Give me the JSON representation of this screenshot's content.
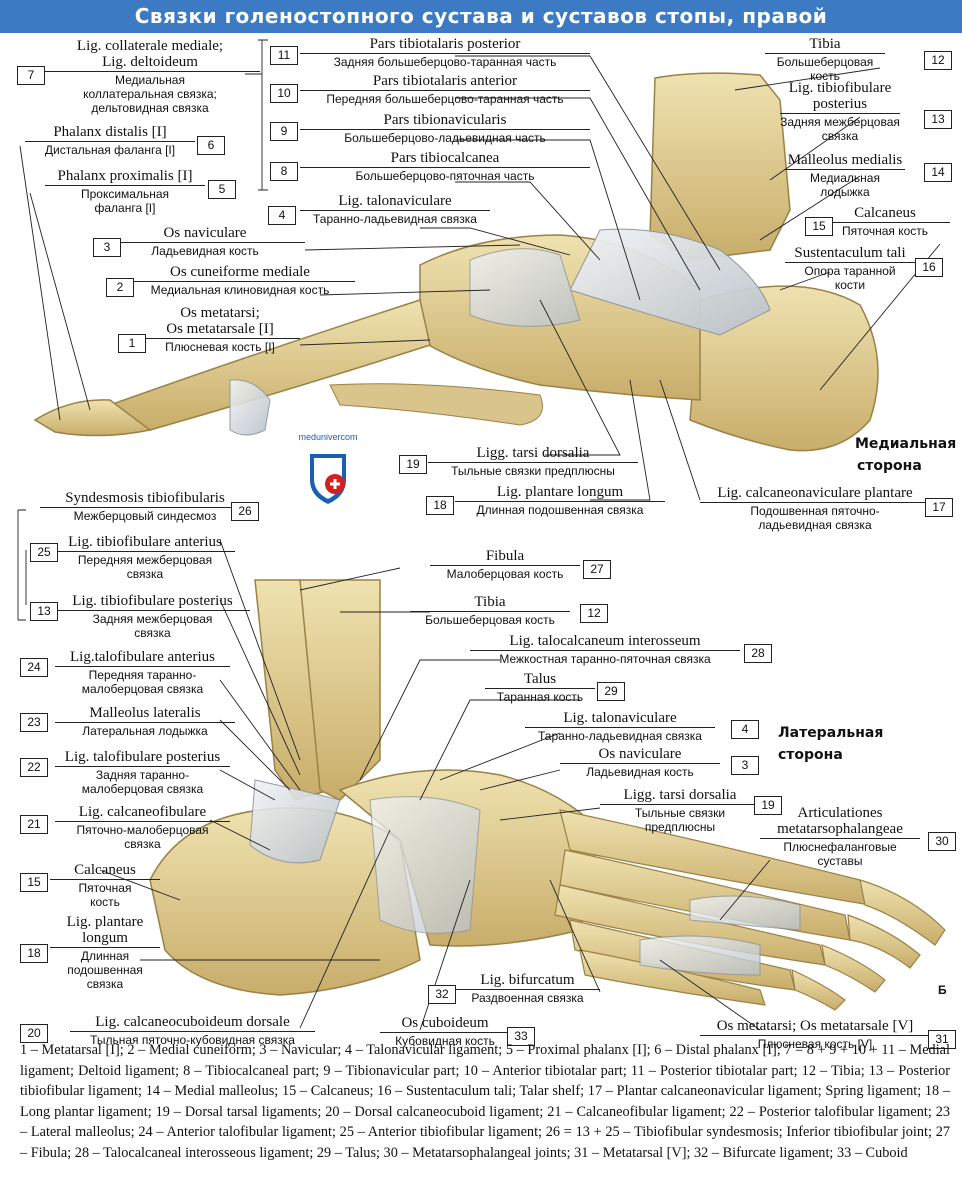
{
  "title": "Связки голеностопного сустава и суставов стопы, правой",
  "logo_text": "medunivercom",
  "sides": {
    "medial": [
      "Медиальная",
      "сторона"
    ],
    "lateral": [
      "Латеральная",
      "сторона"
    ]
  },
  "figure_letter": "Б",
  "labels": [
    {
      "id": "l7",
      "num": "7",
      "lat": "Lig. collaterale mediale;\nLig. deltoideum",
      "rus": "Медиальная\nколлатеральная связка;\nдельтовидная связка"
    },
    {
      "id": "l6",
      "num": "6",
      "lat": "Phalanx distalis [I]",
      "rus": "Дистальная фаланга [I]"
    },
    {
      "id": "l5",
      "num": "5",
      "lat": "Phalanx proximalis [I]",
      "rus": "Проксимальная\nфаланга [I]"
    },
    {
      "id": "l11",
      "num": "11",
      "lat": "Pars tibiotalaris posterior",
      "rus": "Задняя большеберцово-таранная часть"
    },
    {
      "id": "l10",
      "num": "10",
      "lat": "Pars tibiotalaris anterior",
      "rus": "Передняя большеберцово-таранная часть"
    },
    {
      "id": "l9",
      "num": "9",
      "lat": "Pars tibionavicularis",
      "rus": "Большеберцово-ладьевидная часть"
    },
    {
      "id": "l8",
      "num": "8",
      "lat": "Pars tibiocalcanea",
      "rus": "Большеберцово-пяточная часть"
    },
    {
      "id": "l4a",
      "num": "4",
      "lat": "Lig. talonaviculare",
      "rus": "Таранно-ладьевидная связка"
    },
    {
      "id": "l3a",
      "num": "3",
      "lat": "Os naviculare",
      "rus": "Ладьевидная кость"
    },
    {
      "id": "l2",
      "num": "2",
      "lat": "Os cuneiforme mediale",
      "rus": "Медиальная клиновидная кость"
    },
    {
      "id": "l1",
      "num": "1",
      "lat": "Os metatarsi;\nOs metatarsale [I]",
      "rus": "Плюсневая кость [I]"
    },
    {
      "id": "l12a",
      "num": "12",
      "lat": "Tibia",
      "rus": "Большеберцовая кость"
    },
    {
      "id": "l13a",
      "num": "13",
      "lat": "Lig. tibiofibulare\nposterius",
      "rus": "Задняя межберцовая\nсвязка"
    },
    {
      "id": "l14",
      "num": "14",
      "lat": "Malleolus medialis",
      "rus": "Медиальная\nлодыжка"
    },
    {
      "id": "l15a",
      "num": "15",
      "lat": "Calcaneus",
      "rus": "Пяточная кость"
    },
    {
      "id": "l16",
      "num": "16",
      "lat": "Sustentaculum tali",
      "rus": "Опора таранной\nкости"
    },
    {
      "id": "l19a",
      "num": "19",
      "lat": "Ligg. tarsi dorsalia",
      "rus": "Тыльные связки предплюсны"
    },
    {
      "id": "l18a",
      "num": "18",
      "lat": "Lig. plantare longum",
      "rus": "Длинная подошвенная связка"
    },
    {
      "id": "l17",
      "num": "17",
      "lat": "Lig. calcaneonaviculare plantare",
      "rus": "Подошвенная пяточно-\nладьевидная связка"
    },
    {
      "id": "l26",
      "num": "26",
      "lat": "Syndesmosis tibiofibularis",
      "rus": "Межберцовый синдесмоз"
    },
    {
      "id": "l25",
      "num": "25",
      "lat": "Lig. tibiofibulare anterius",
      "rus": "Передняя межберцовая\nсвязка"
    },
    {
      "id": "l13b",
      "num": "13",
      "lat": "Lig. tibiofibulare posterius",
      "rus": "Задняя межберцовая\nсвязка"
    },
    {
      "id": "l24",
      "num": "24",
      "lat": "Lig.talofibulare anterius",
      "rus": "Передняя таранно-\nмалоберцовая связка"
    },
    {
      "id": "l23",
      "num": "23",
      "lat": "Malleolus lateralis",
      "rus": "Латеральная лодыжка"
    },
    {
      "id": "l22",
      "num": "22",
      "lat": "Lig. talofibulare posterius",
      "rus": "Задняя таранно-\nмалоберцовая связка"
    },
    {
      "id": "l21",
      "num": "21",
      "lat": "Lig. calcaneofibulare",
      "rus": "Пяточно-малоберцовая\nсвязка"
    },
    {
      "id": "l15b",
      "num": "15",
      "lat": "Calcaneus",
      "rus": "Пяточная\nкость"
    },
    {
      "id": "l18b",
      "num": "18",
      "lat": "Lig. plantare\nlongum",
      "rus": "Длинная\nподошвенная\nсвязка"
    },
    {
      "id": "l20",
      "num": "20",
      "lat": "Lig. calcaneocuboideum dorsale",
      "rus": "Тыльная пяточно-кубовидная связка"
    },
    {
      "id": "l27",
      "num": "27",
      "lat": "Fibula",
      "rus": "Малоберцовая кость"
    },
    {
      "id": "l12b",
      "num": "12",
      "lat": "Tibia",
      "rus": "Большеберцовая кость"
    },
    {
      "id": "l28",
      "num": "28",
      "lat": "Lig. talocalcaneum interosseum",
      "rus": "Межкостная таранно-пяточная связка"
    },
    {
      "id": "l29",
      "num": "29",
      "lat": "Talus",
      "rus": "Таранная кость"
    },
    {
      "id": "l4b",
      "num": "4",
      "lat": "Lig. talonaviculare",
      "rus": "Таранно-ладьевидная связка"
    },
    {
      "id": "l3b",
      "num": "3",
      "lat": "Os naviculare",
      "rus": "Ладьевидная кость"
    },
    {
      "id": "l19b",
      "num": "19",
      "lat": "Ligg. tarsi dorsalia",
      "rus": "Тыльные связки\nпредплюсны"
    },
    {
      "id": "l30",
      "num": "30",
      "lat": "Articulationes\nmetatarsophalangeae",
      "rus": "Плюснефаланговые\nсуставы"
    },
    {
      "id": "l32",
      "num": "32",
      "lat": "Lig. bifurcatum",
      "rus": "Раздвоенная связка"
    },
    {
      "id": "l33",
      "num": "33",
      "lat": "Os cuboideum",
      "rus": "Кубовидная кость"
    },
    {
      "id": "l31",
      "num": "31",
      "lat": "Os metatarsi; Os metatarsale [V]",
      "rus": "Плюсневая кость [V]"
    }
  ],
  "legend": "1 – Metatarsal [I]; 2 – Medial cuneiform; 3 – Navicular; 4 – Talonavicular ligament; 5 – Proximal phalanx [I]; 6 – Distal phalanx [I]; 7 = 8 + 9 + 10 + 11 – Medial ligament; Deltoid ligament; 8 – Tibiocalcaneal part; 9 – Tibionavicular part; 10 – Anterior tibiotalar part; 11 – Posterior tibiotalar part; 12 – Tibia; 13 – Posterior tibiofibular ligament; 14 – Medial malleolus; 15 – Calcaneus; 16 – Sustentaculum tali; Talar shelf; 17 – Plantar calcaneonavicular ligament; Spring ligament; 18 – Long plantar ligament; 19 – Dorsal tarsal ligaments; 20 – Dorsal calcaneocuboid ligament; 21 – Calcaneofibular ligament; 22 – Posterior talofibular ligament; 23 – Lateral malleolus; 24 – Anterior talofibular ligament; 25 – Anterior tibiofibular ligament; 26 = 13 + 25 – Tibiofibular syndesmosis; Inferior tibiofibular joint; 27 – Fibula; 28 – Talocalcaneal interosseous ligament; 29 – Talus; 30 – Metatarsophalangeal joints; 31 – Metatarsal [V]; 32 – Bifurcate ligament; 33 – Cuboid"
}
